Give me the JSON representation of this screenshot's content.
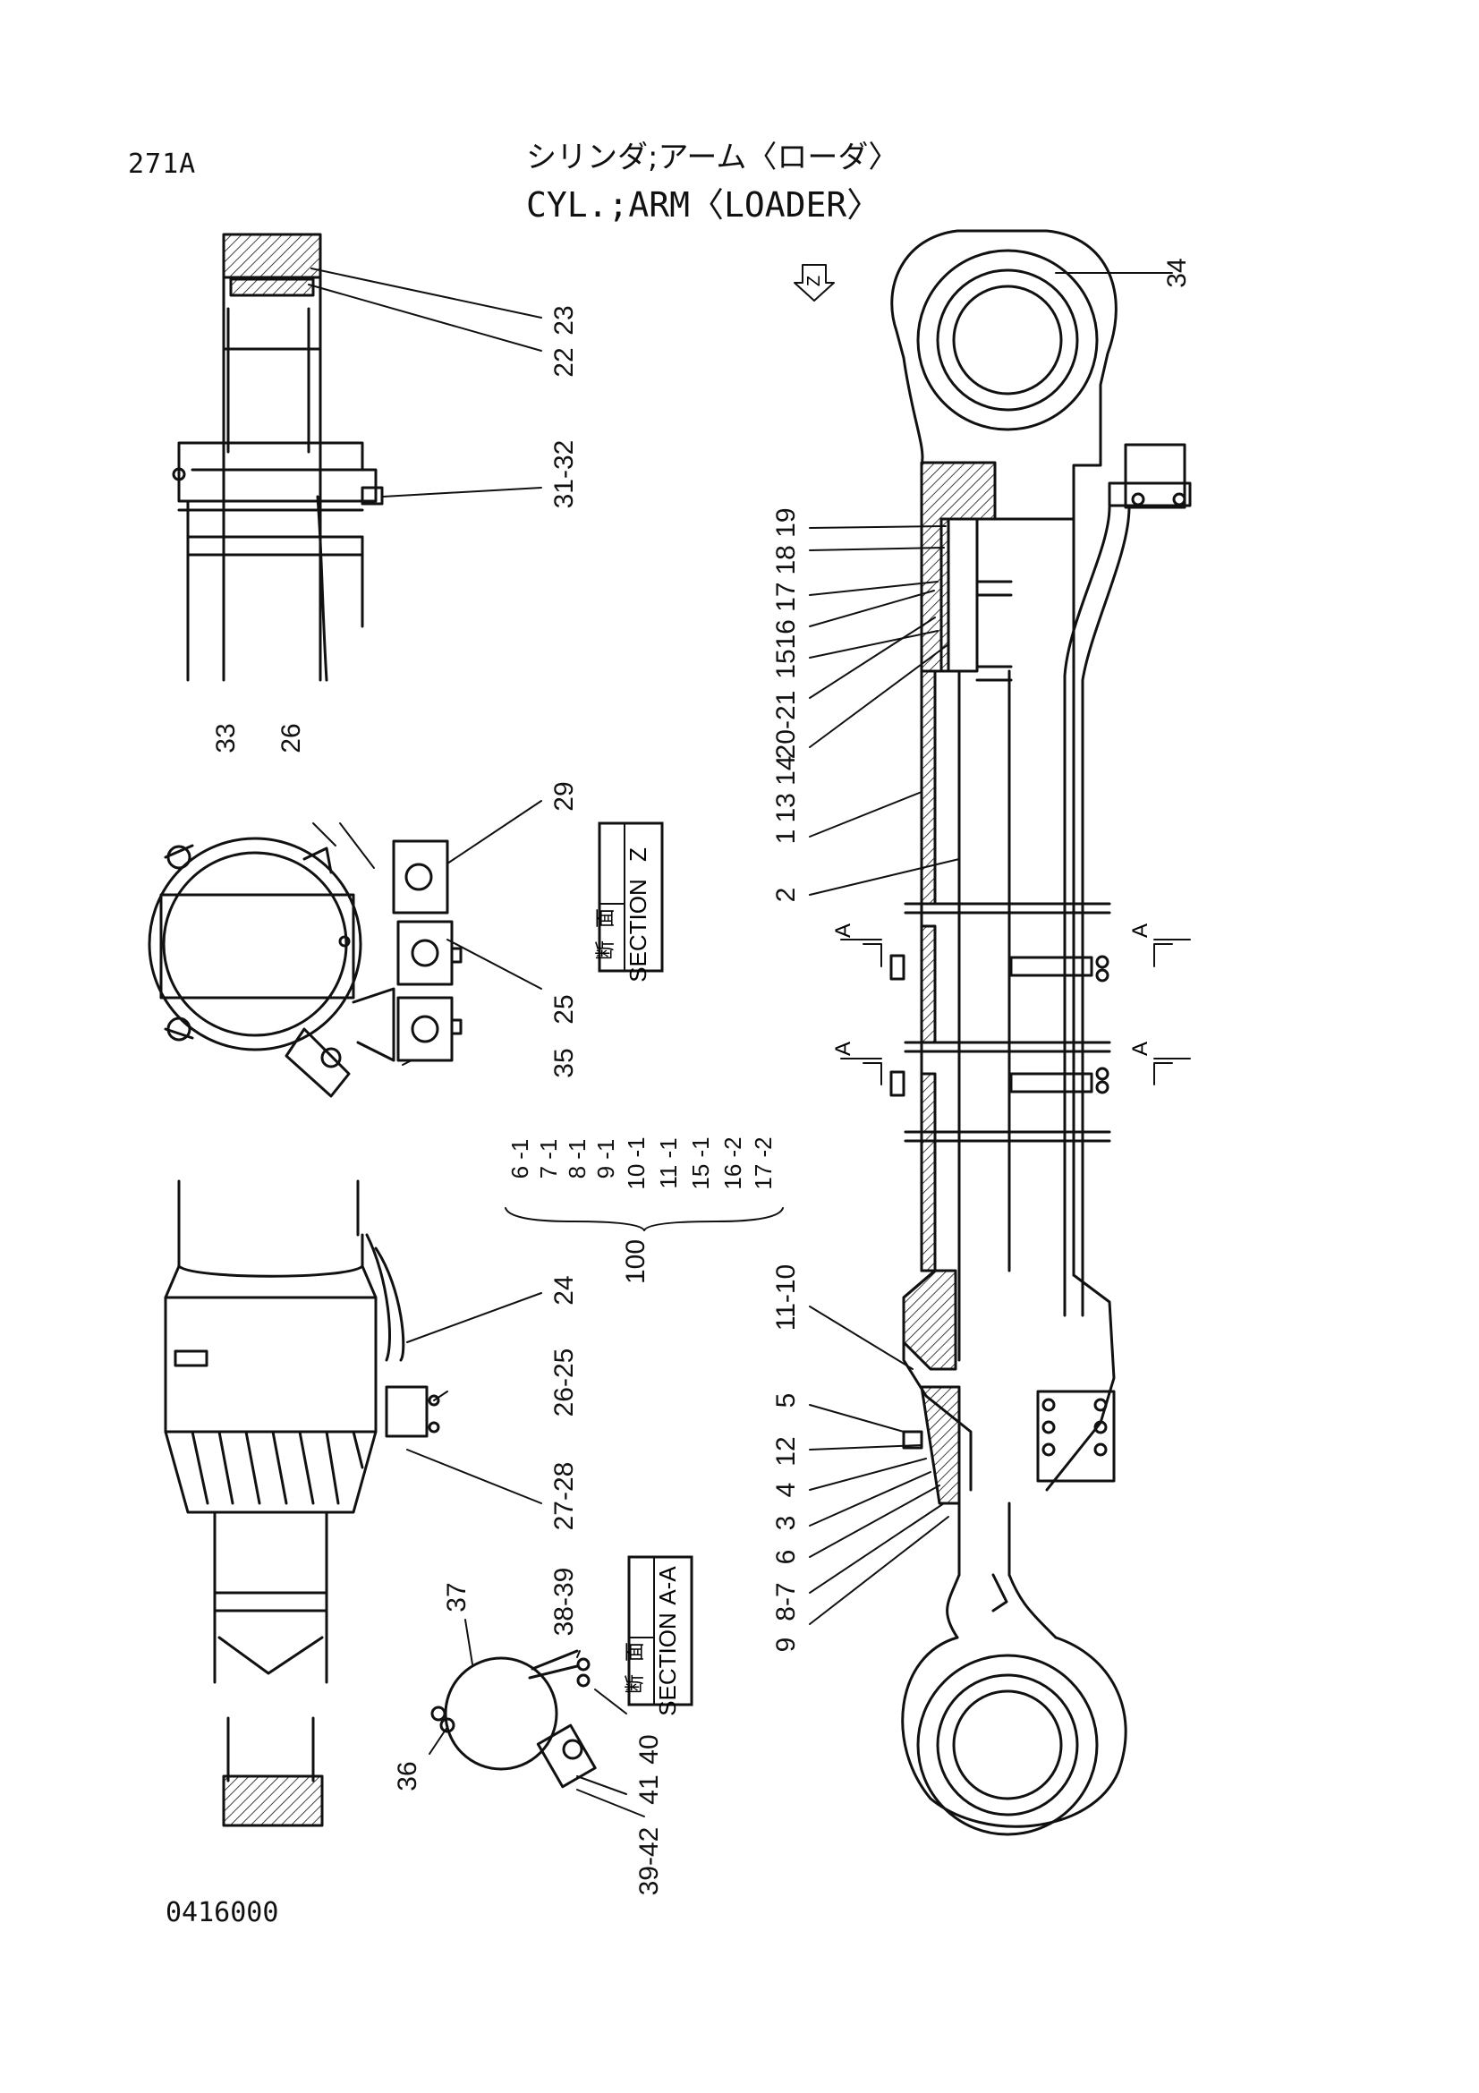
{
  "header": {
    "page_number": "271A",
    "title_jp": "シリンダ;アーム〈ローダ〉",
    "title_en": "CYL.;ARM〈LOADER〉"
  },
  "footer": {
    "drawing_number": "0416000"
  },
  "view_marker": {
    "label": "Z"
  },
  "sections": {
    "z": {
      "kanji_1": "断",
      "kanji_2": "面",
      "word": "SECTION",
      "letter": "Z"
    },
    "aa": {
      "kanji_1": "断",
      "kanji_2": "面",
      "word": "SECTION",
      "letter": "A-A"
    }
  },
  "section_arrows": {
    "a1": "A",
    "a2": "A",
    "a3": "A",
    "a4": "A"
  },
  "callouts": {
    "c34": "34",
    "c23": "23",
    "c22": "22",
    "c3132": "31-32",
    "c1819": "18 19",
    "c1617": "16 17",
    "c15": "15",
    "c2021": "20-21",
    "c1314": "13 14",
    "c1": "1",
    "c2": "2",
    "c33": "33",
    "c26": "26",
    "c29": "29",
    "c25": "25",
    "c35": "35",
    "c24": "24",
    "c2625": "26-25",
    "c2728": "27-28",
    "c1110": "11-10",
    "c5": "5",
    "c12": "12",
    "c4": "4",
    "c3": "3",
    "c6": "6",
    "c87": "8-7",
    "c9": "9",
    "c37": "37",
    "c3839": "38-39",
    "c36": "36",
    "c40": "40",
    "c41": "41",
    "c3942": "39-42"
  },
  "kit": {
    "items": [
      "6 -1",
      "7 -1",
      "8 -1",
      "9 -1",
      "10 -1",
      "11 -1",
      "15 -1",
      "16 -2",
      "17 -2"
    ],
    "number": "100"
  }
}
